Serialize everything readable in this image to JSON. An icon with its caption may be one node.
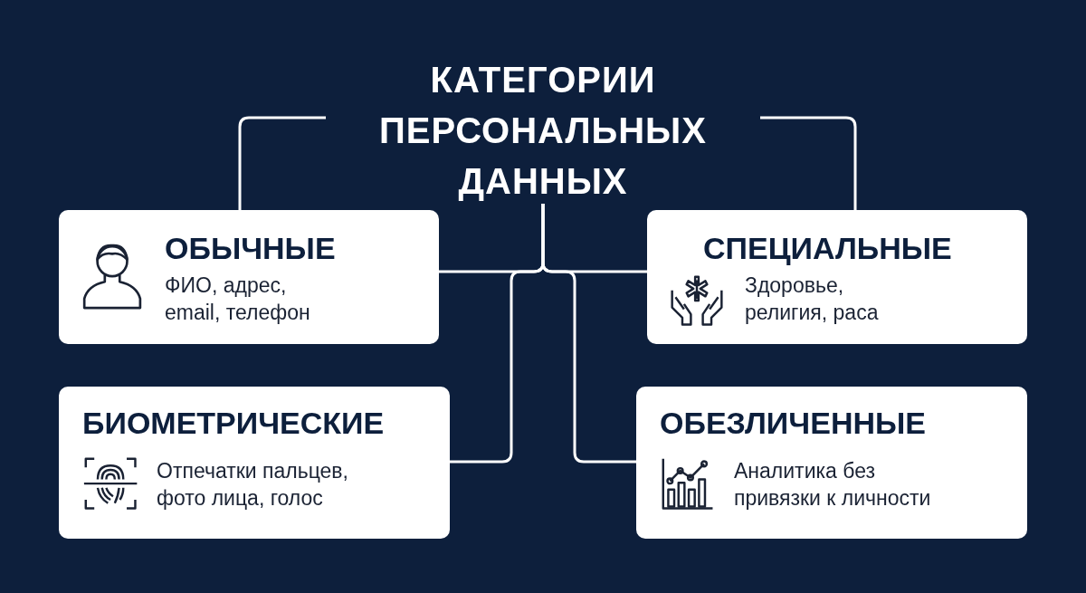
{
  "diagram": {
    "nodes": [
      {
        "text": [
          "КАТЕГОРИИ ПЕРСОНАЛЬНЫХ ДАННЫХ"
        ]
      },
      {
        "text": [
          "ОБЫЧНЫЕ",
          "ФИО, адрес, email, телефон"
        ]
      },
      {
        "text": [
          "СПЕЦИАЛЬНЫЕ",
          "Здоровье, религия, раса"
        ]
      },
      {
        "text": [
          "БИОМЕТРИЧЕСКИЕ",
          "Отпечатки пальцев, фото лица, голос"
        ]
      },
      {
        "text": [
          "ОБЕЗЛИЧЕННЫЕ",
          "Аналитика без привязки к личности"
        ]
      }
    ],
    "edges": [
      {
        "from": 0,
        "to": 1,
        "arrow": "none"
      },
      {
        "from": 0,
        "to": 2,
        "arrow": "none"
      },
      {
        "from": 0,
        "to": 1,
        "arrow": "none"
      },
      {
        "from": 0,
        "to": 2,
        "arrow": "none"
      },
      {
        "from": 0,
        "to": 3,
        "arrow": "none"
      },
      {
        "from": 0,
        "to": 4,
        "arrow": "none"
      }
    ]
  }
}
